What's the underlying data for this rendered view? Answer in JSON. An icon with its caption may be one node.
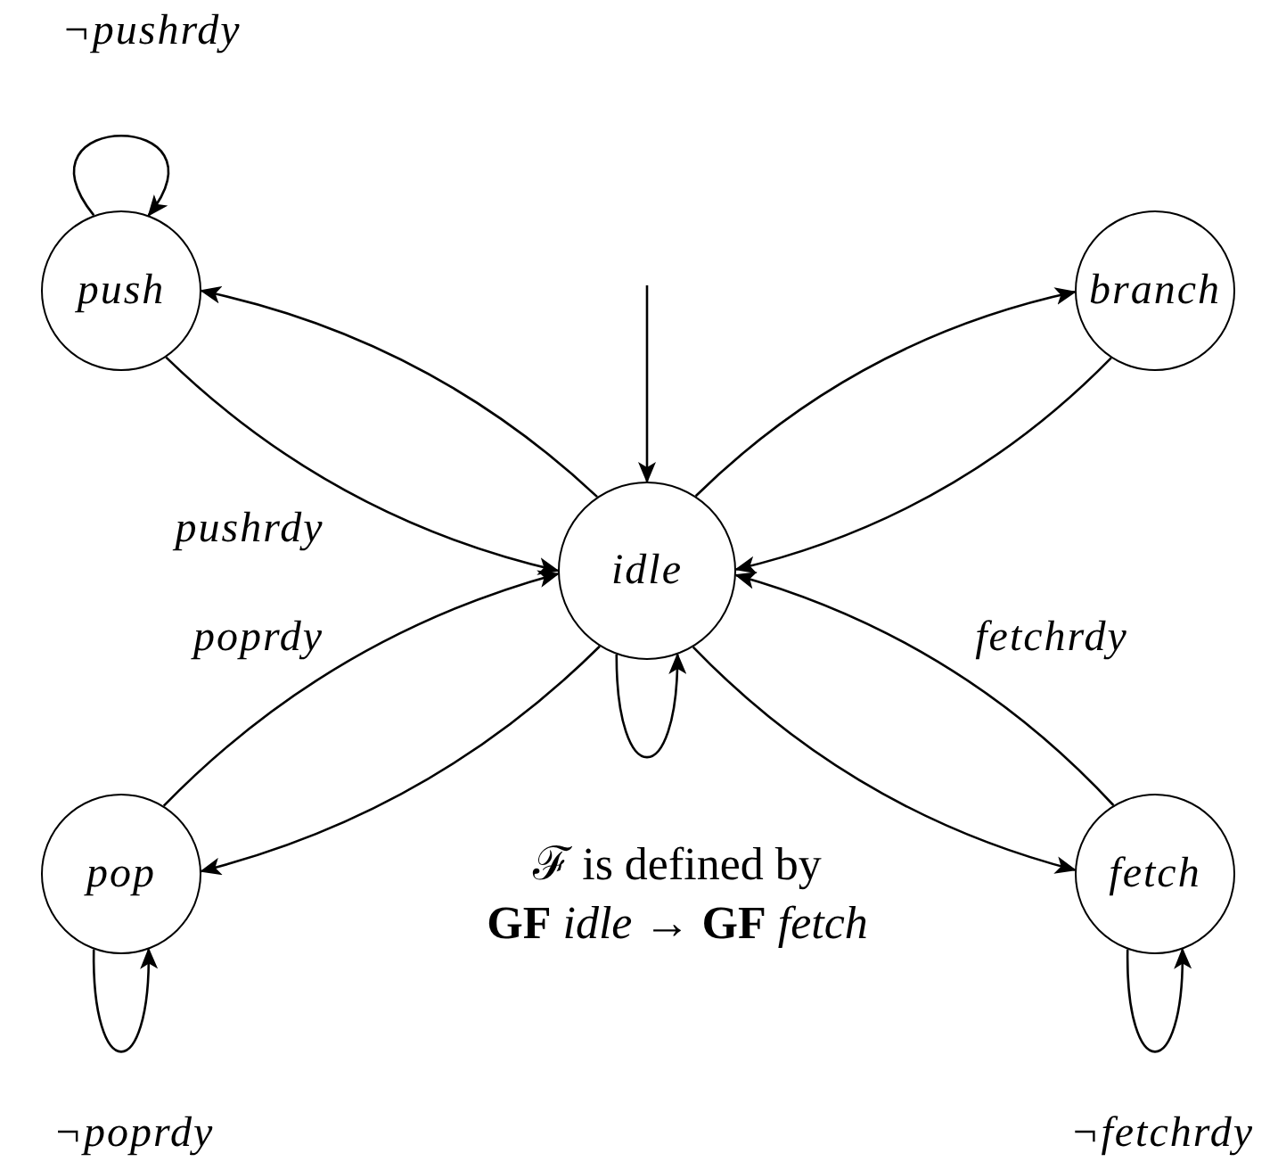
{
  "diagram": {
    "nodes": [
      {
        "text": [
          "push"
        ]
      },
      {
        "text": [
          "branch"
        ]
      },
      {
        "text": [
          "idle"
        ]
      },
      {
        "text": [
          "pop"
        ]
      },
      {
        "text": [
          "fetch"
        ]
      }
    ],
    "edges": [
      {
        "from": null,
        "to": 2,
        "arrow": "to"
      },
      {
        "from": 0,
        "to": 0,
        "arrow": "to",
        "label": "¬pushrdy"
      },
      {
        "from": 0,
        "to": 2,
        "arrow": "to",
        "label": "pushrdy"
      },
      {
        "from": 2,
        "to": 0,
        "arrow": "to"
      },
      {
        "from": 2,
        "to": 1,
        "arrow": "to"
      },
      {
        "from": 1,
        "to": 2,
        "arrow": "to"
      },
      {
        "from": 2,
        "to": 2,
        "arrow": "to"
      },
      {
        "from": 3,
        "to": 2,
        "arrow": "to",
        "label": "poprdy"
      },
      {
        "from": 2,
        "to": 3,
        "arrow": "to"
      },
      {
        "from": 3,
        "to": 3,
        "arrow": "to",
        "label": "¬poprdy"
      },
      {
        "from": 2,
        "to": 4,
        "arrow": "to"
      },
      {
        "from": 4,
        "to": 2,
        "arrow": "to",
        "label": "fetchrdy"
      },
      {
        "from": 4,
        "to": 4,
        "arrow": "to",
        "label": "¬fetchrdy"
      }
    ],
    "labels": [
      "ℱ is defined by",
      "**GF** *idle* → **GF** *fetch*"
    ]
  }
}
